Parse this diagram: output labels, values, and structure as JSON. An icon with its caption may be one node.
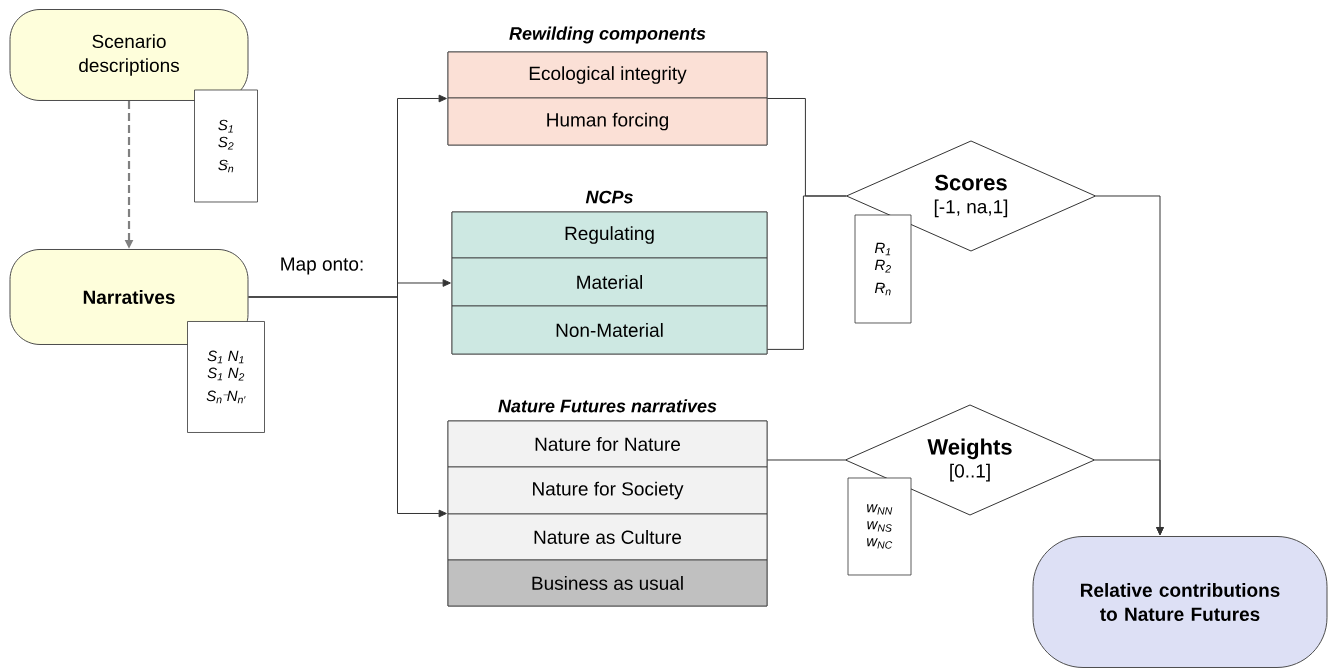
{
  "diagram": {
    "nodes": [
      {
        "text": [
          "Scenario descriptions"
        ]
      },
      {
        "text": [
          "S$_{1}$",
          "S$_{2}$",
          "S$_{n}$"
        ]
      },
      {
        "text": [
          "Narratives"
        ]
      },
      {
        "text": [
          "S$_{1}$ N$_{1}$",
          "S$_{1}$ N$_{2}$",
          "S$_{n}$ N$_{n′}$"
        ]
      },
      {
        "text": [
          "Rewilding components"
        ]
      },
      {
        "text": [
          "Ecological integrity"
        ],
        "in": 4
      },
      {
        "text": [
          "Human forcing"
        ],
        "in": 4
      },
      {
        "text": [
          "NCPs"
        ]
      },
      {
        "text": [
          "Regulating"
        ],
        "in": 7
      },
      {
        "text": [
          "Material"
        ],
        "in": 7
      },
      {
        "text": [
          "Non-Material"
        ],
        "in": 7
      },
      {
        "text": [
          "Nature Futures narratives"
        ]
      },
      {
        "text": [
          "Nature for Nature"
        ],
        "in": 11
      },
      {
        "text": [
          "Nature for Society"
        ],
        "in": 11
      },
      {
        "text": [
          "Nature as Culture"
        ],
        "in": 11
      },
      {
        "text": [
          "Business as usual"
        ],
        "in": 11
      },
      {
        "text": [
          "Scores",
          "[-1, na,1]"
        ]
      },
      {
        "text": [
          "R$_{1}$",
          "R$_{2}$",
          "R$_{n}$"
        ]
      },
      {
        "text": [
          "Weights",
          "[0..1]"
        ]
      },
      {
        "text": [
          "w$_{NN}$",
          "w$_{NS}$",
          "w$_{NC}$"
        ]
      },
      {
        "text": [
          "Relative contributions to Nature Futures"
        ]
      }
    ],
    "edges": [
      {
        "from": 0,
        "to": 2,
        "arrow": "to",
        "style": "dashed",
        "color": "#808080"
      },
      {
        "from": 2,
        "to": 4,
        "arrow": "to"
      },
      {
        "from": 2,
        "to": 7,
        "arrow": "to",
        "label": "Map onto:"
      },
      {
        "from": 2,
        "to": 11,
        "arrow": "to"
      },
      {
        "from": 4,
        "to": 16,
        "arrow": "none"
      },
      {
        "from": 7,
        "to": 16,
        "arrow": "none"
      },
      {
        "from": 11,
        "to": 18,
        "arrow": "none"
      },
      {
        "from": 16,
        "to": 20,
        "arrow": "to"
      },
      {
        "from": 18,
        "to": 20,
        "arrow": "to"
      }
    ]
  }
}
